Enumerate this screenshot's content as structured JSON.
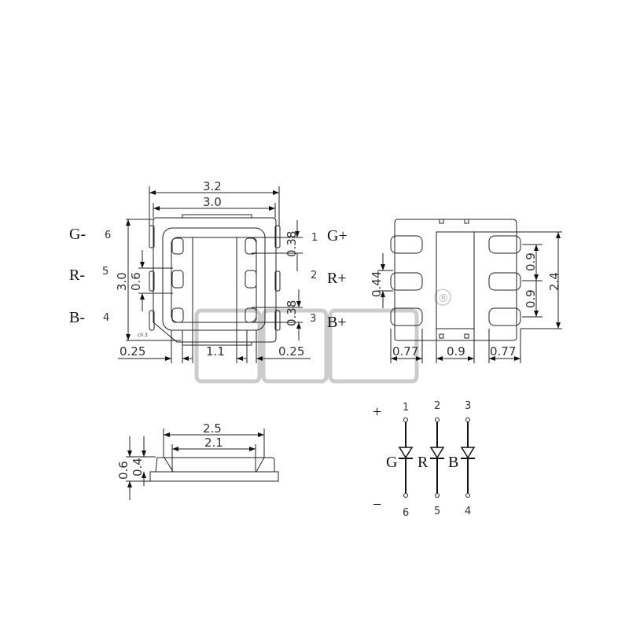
{
  "top_view": {
    "dims": {
      "width_outer": "3.2",
      "width_inner": "3.0",
      "height": "3.0",
      "pad_height": "0.6",
      "pad_pitch_top": "0.38",
      "pad_pitch_bottom": "0.38",
      "margin_left": "0.25",
      "die_width": "1.1",
      "margin_right": "0.25",
      "chamfer": "c0.3"
    },
    "pins_left": [
      {
        "label": "G-",
        "number": "6"
      },
      {
        "label": "R-",
        "number": "5"
      },
      {
        "label": "B-",
        "number": "4"
      }
    ],
    "pins_right": [
      {
        "label": "G+",
        "number": "1"
      },
      {
        "label": "R+",
        "number": "2"
      },
      {
        "label": "B+",
        "number": "3"
      }
    ]
  },
  "bottom_view": {
    "dims": {
      "pad_height": "0.44",
      "pitch_upper": "0.9",
      "pitch_lower": "0.9",
      "total_height": "2.4",
      "pad_left_width": "0.77",
      "center_width": "0.9",
      "pad_right_width": "0.77"
    }
  },
  "side_view": {
    "dims": {
      "top_outer": "2.5",
      "top_inner": "2.1",
      "total_height": "0.6",
      "body_height": "0.4"
    }
  },
  "schematic": {
    "plus": "+",
    "minus": "−",
    "leds": [
      {
        "color": "G",
        "anode": "1",
        "cathode": "6"
      },
      {
        "color": "R",
        "anode": "2",
        "cathode": "5"
      },
      {
        "color": "B",
        "anode": "3",
        "cathode": "4"
      }
    ]
  },
  "watermark": {
    "registered": "®"
  }
}
